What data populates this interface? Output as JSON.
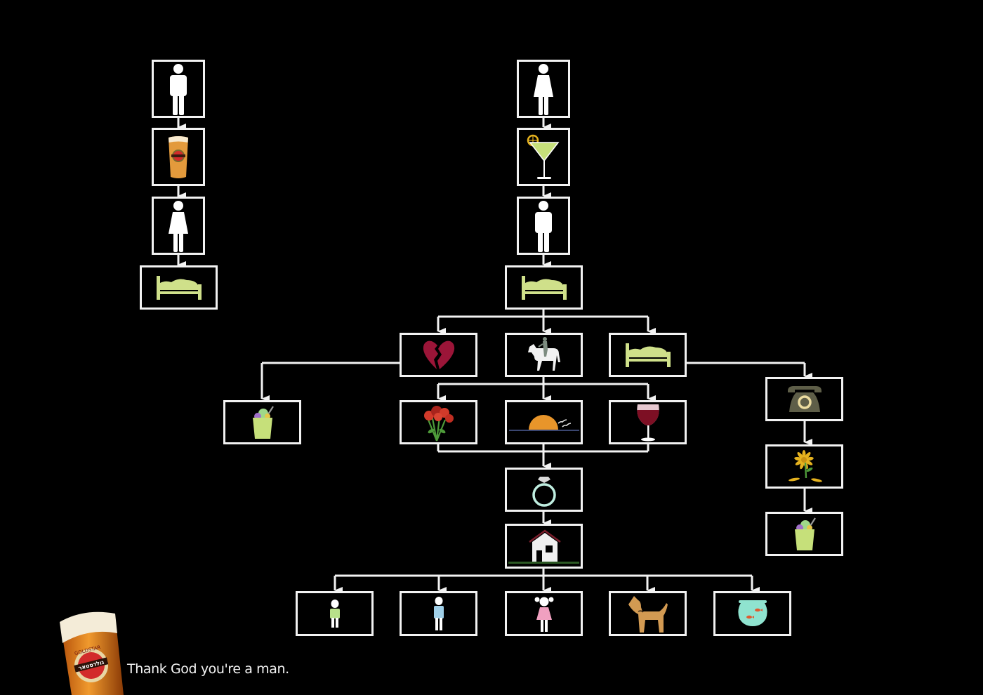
{
  "ad": {
    "brand": "Goldstar",
    "tagline": "Thank God you're a man.",
    "label_hebrew": "גולדסטאר",
    "label_latin": "GOLDSTAR"
  },
  "colors": {
    "background": "#000000",
    "line": "#f2f2f2",
    "bed": "#cfe08a",
    "heart": "#9b1538",
    "beer": "#e39a3c",
    "martini": "#c6e07a",
    "sun": "#e8952a",
    "wine": "#7d0f24",
    "ring": "#bfeee0",
    "phone": "#5e5e48",
    "flower": "#e5b21e",
    "icecream_cup": "#c6e07a",
    "dog": "#d29a52",
    "fishbowl": "#8fe3cf",
    "boy_green": "#b8e08a",
    "boy_blue": "#9fcfe8",
    "girl_pink": "#f0a0c0"
  },
  "flowcharts": [
    {
      "name": "man-flow",
      "nodes": [
        {
          "id": "man",
          "icon": "man-icon"
        },
        {
          "id": "beer",
          "icon": "beer-glass-icon"
        },
        {
          "id": "woman",
          "icon": "woman-icon"
        },
        {
          "id": "bed",
          "icon": "bed-icon"
        }
      ]
    },
    {
      "name": "woman-flow",
      "nodes": [
        {
          "id": "woman",
          "icon": "woman-icon"
        },
        {
          "id": "martini",
          "icon": "martini-icon"
        },
        {
          "id": "man",
          "icon": "man-icon"
        },
        {
          "id": "bed",
          "icon": "bed-icon"
        },
        {
          "id": "broken-heart",
          "icon": "broken-heart-icon"
        },
        {
          "id": "knight",
          "icon": "knight-on-horse-icon"
        },
        {
          "id": "bed-again",
          "icon": "bed-icon"
        },
        {
          "id": "ice-cream-left",
          "icon": "ice-cream-icon"
        },
        {
          "id": "roses",
          "icon": "roses-icon"
        },
        {
          "id": "sunset",
          "icon": "sunset-icon"
        },
        {
          "id": "wine",
          "icon": "wine-glass-icon"
        },
        {
          "id": "phone",
          "icon": "telephone-icon"
        },
        {
          "id": "daisy",
          "icon": "wilting-flower-icon"
        },
        {
          "id": "ice-cream-right",
          "icon": "ice-cream-icon"
        },
        {
          "id": "ring",
          "icon": "engagement-ring-icon"
        },
        {
          "id": "house",
          "icon": "house-icon"
        },
        {
          "id": "boy",
          "icon": "boy-icon"
        },
        {
          "id": "boy2",
          "icon": "boy-icon"
        },
        {
          "id": "girl",
          "icon": "girl-icon"
        },
        {
          "id": "dog",
          "icon": "dog-icon"
        },
        {
          "id": "fishbowl",
          "icon": "fishbowl-icon"
        }
      ]
    }
  ]
}
